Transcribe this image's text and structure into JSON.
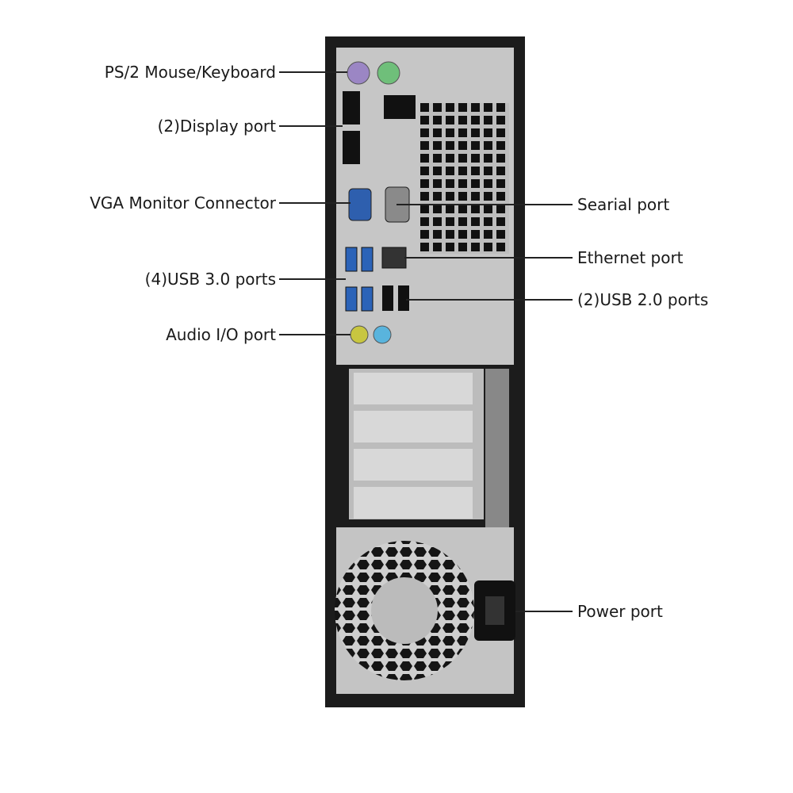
{
  "labels": {
    "ps2": "PS/2 Mouse/Keyboard",
    "display": "(2)Display port",
    "vga": "VGA Monitor Connector",
    "usb3": "(4)USB 3.0 ports",
    "audio": "Audio I/O port",
    "serial": "Searial port",
    "ethernet": "Ethernet port",
    "usb2": "(2)USB 2.0 ports",
    "power": "Power port"
  },
  "colors": {
    "chassis": "#1c1c1c",
    "panel": "#c9c9c9",
    "ps2_mouse": "#9b86c4",
    "ps2_keyboard": "#6fbf7a",
    "usb3": "#2b63b8",
    "audio_line_out": "#c8c640",
    "audio_in": "#59b4dd"
  }
}
